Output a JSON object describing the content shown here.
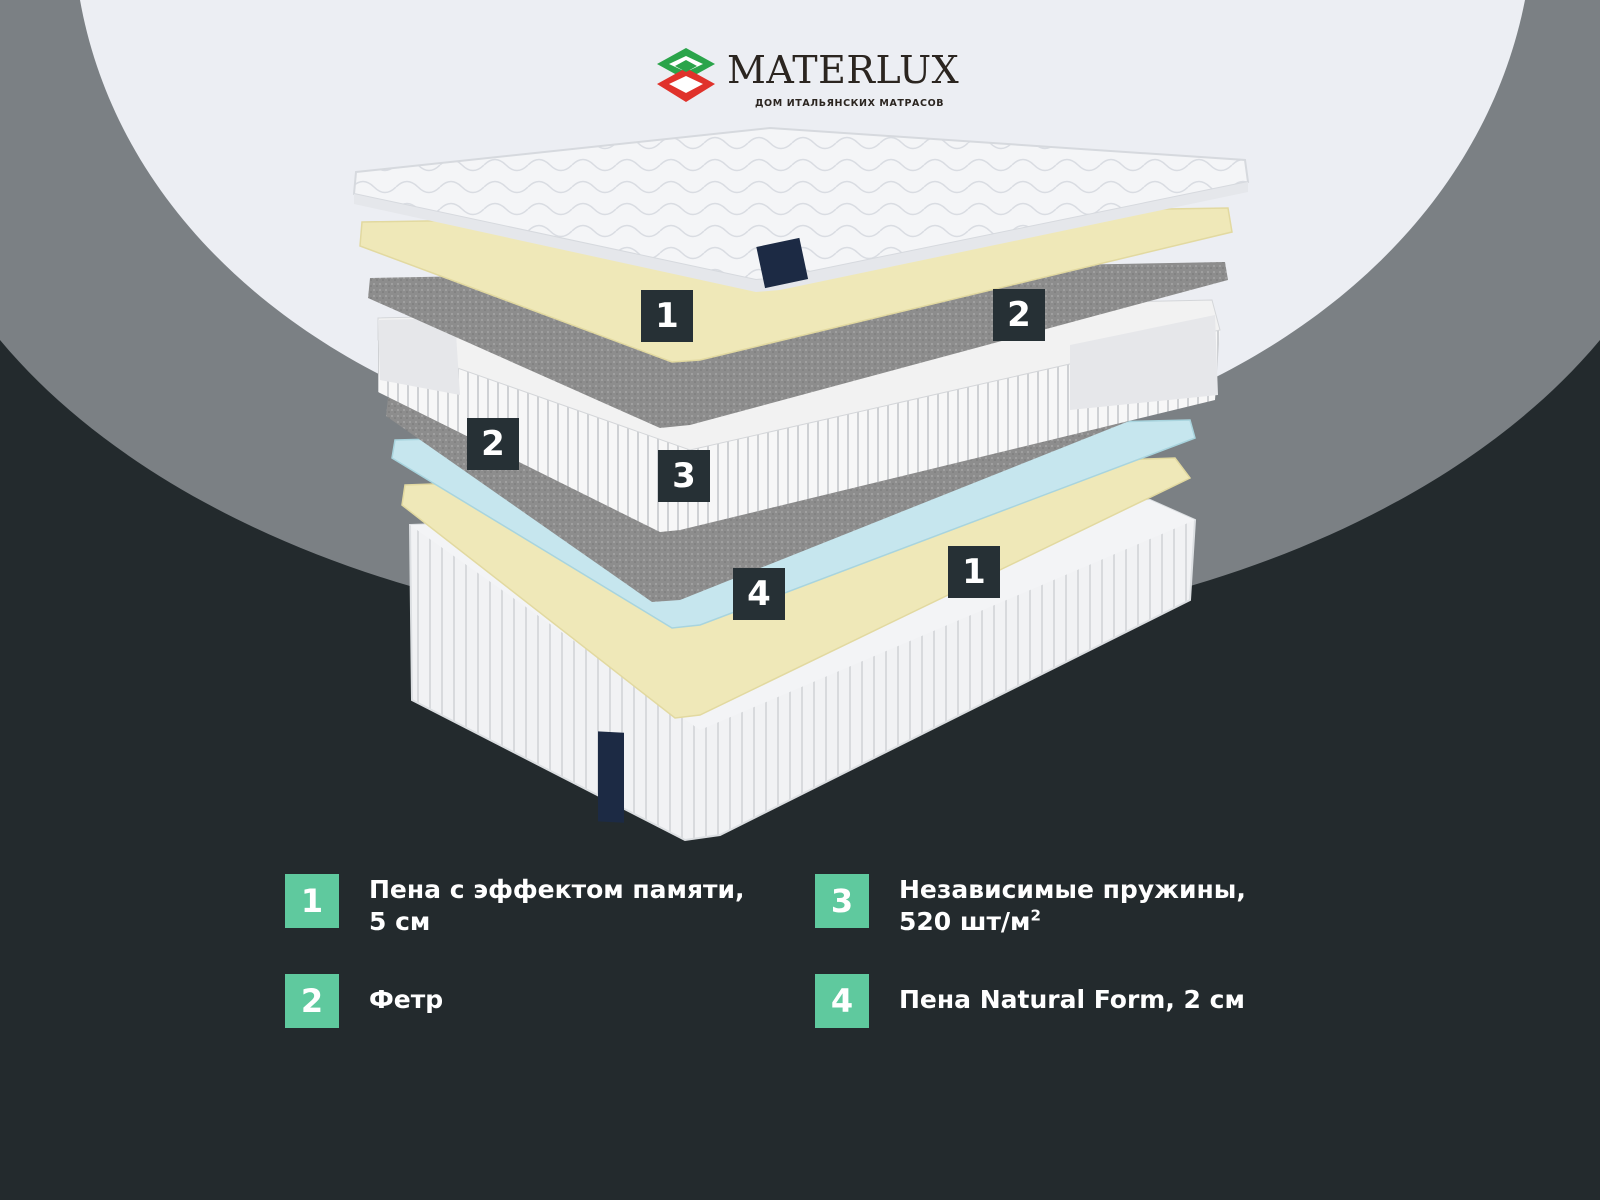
{
  "brand": {
    "name": "MATERLUX",
    "tagline": "ДОМ ИТАЛЬЯНСКИХ МАТРАСОВ",
    "label_text": "Materlux"
  },
  "callouts": [
    "1",
    "2",
    "2",
    "3",
    "4",
    "1"
  ],
  "legend": [
    {
      "number": "1",
      "text": "Пена с эффектом памяти,",
      "text2": "5 см"
    },
    {
      "number": "3",
      "text": "Независимые пружины,",
      "text2": "520 шт/м",
      "text2_sup": "2"
    },
    {
      "number": "2",
      "text": "Фетр"
    },
    {
      "number": "4",
      "text": "Пена Natural Form, 2 см"
    }
  ],
  "colors": {
    "background_dark": "#232a2d",
    "arc_gray": "#7b8084",
    "arc_light": "#eceef3",
    "badge_green": "#5fc99e",
    "callout_dark": "#263035",
    "memory_foam": "#efe8b8",
    "natural_form_foam": "#bfe2ea",
    "felt": "#8a8a8a",
    "logo_red": "#e0322b",
    "logo_green": "#2aa44a"
  }
}
